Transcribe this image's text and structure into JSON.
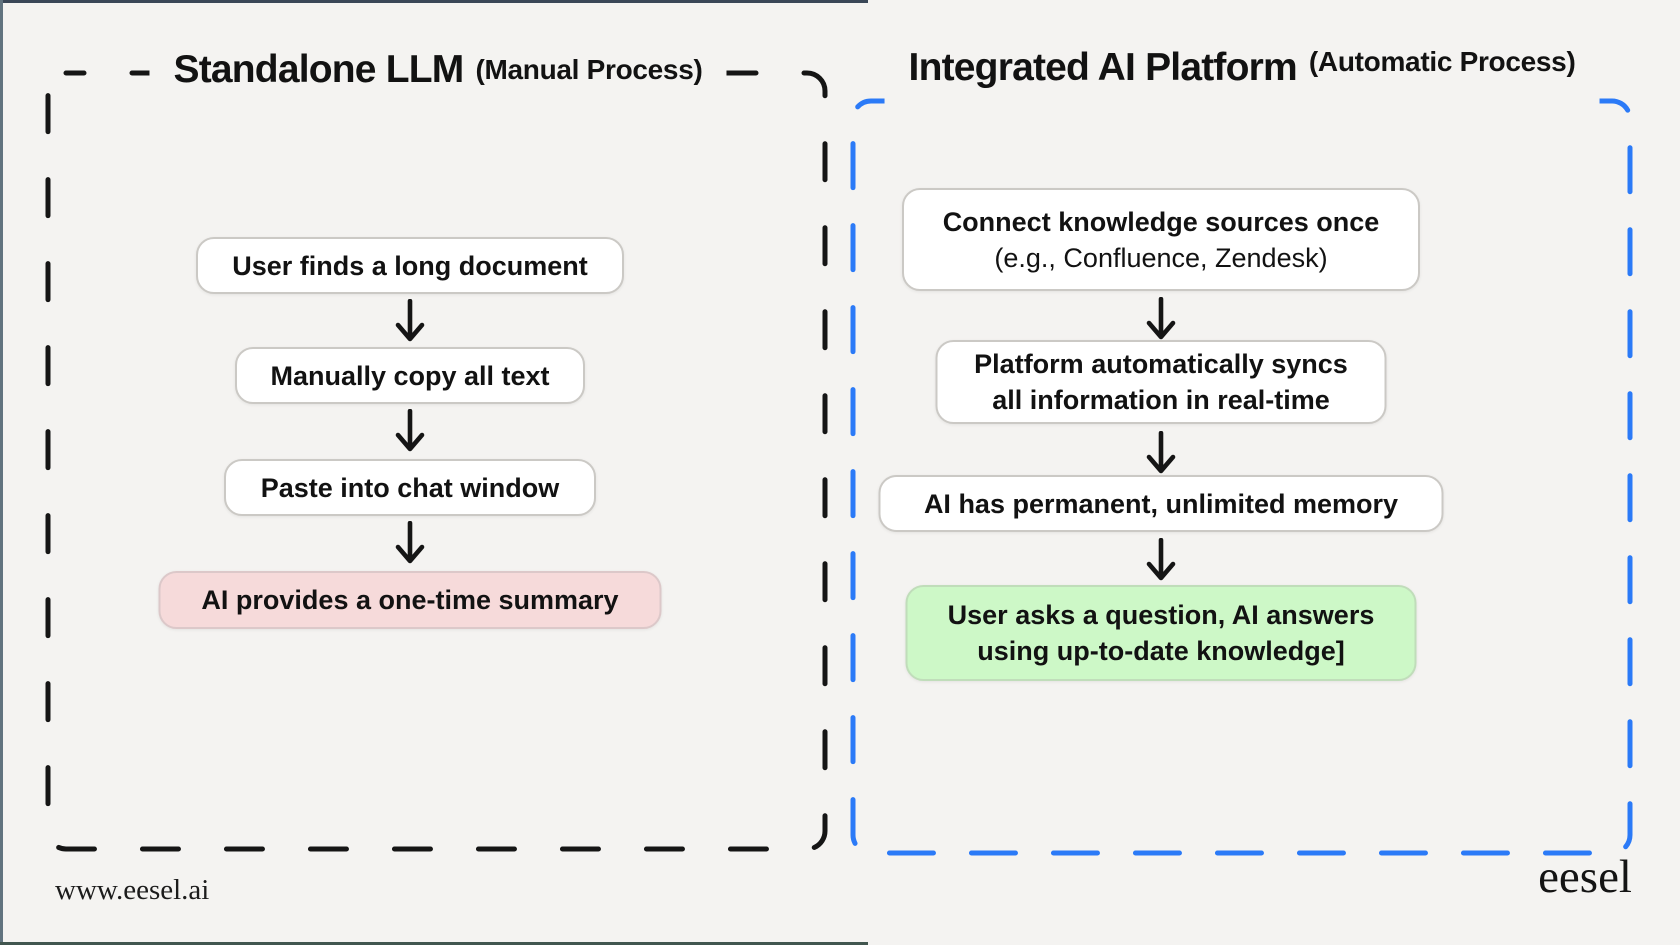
{
  "page": {
    "background_color": "#f4f3f1",
    "footer_url": "www.eesel.ai",
    "brand": "eesel"
  },
  "icons": {
    "down_arrow": "↓"
  },
  "left_panel": {
    "title": "Standalone LLM",
    "title_suffix": "(Manual Process)",
    "border_color": "#151515",
    "border_style": "dashed",
    "steps": [
      {
        "lines": [
          "User finds a long document"
        ],
        "bg": "#ffffff"
      },
      {
        "lines": [
          "Manually copy all text"
        ],
        "bg": "#ffffff"
      },
      {
        "lines": [
          "Paste into chat window"
        ],
        "bg": "#ffffff"
      },
      {
        "lines": [
          "AI provides a one-time summary"
        ],
        "bg": "#f6dada"
      }
    ]
  },
  "right_panel": {
    "title": "Integrated AI Platform",
    "title_suffix": "(Automatic Process)",
    "border_color": "#2b7af7",
    "border_style": "dashed",
    "steps": [
      {
        "lines": [
          "Connect knowledge sources once",
          "(e.g., Confluence, Zendesk)"
        ],
        "bg": "#ffffff"
      },
      {
        "lines": [
          "Platform automatically syncs",
          "all information in real-time"
        ],
        "bg": "#ffffff"
      },
      {
        "lines": [
          "AI has permanent, unlimited memory"
        ],
        "bg": "#ffffff"
      },
      {
        "lines": [
          "User asks a question, AI answers",
          "using up-to-date knowledge]"
        ],
        "bg": "#cdf8c7"
      }
    ]
  }
}
